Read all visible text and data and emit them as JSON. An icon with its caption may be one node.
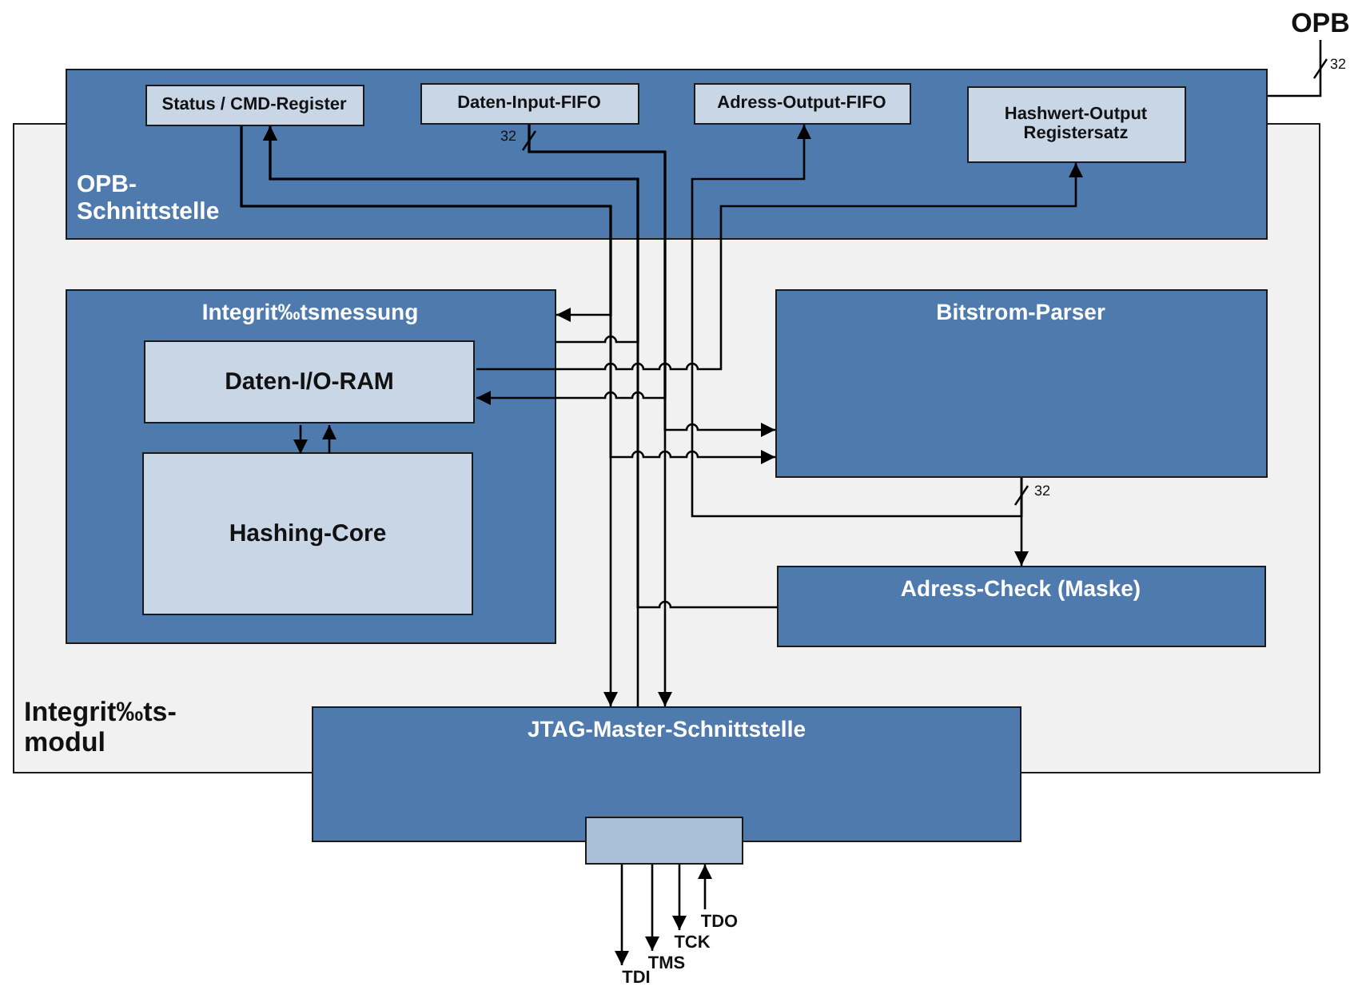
{
  "diagram": {
    "nodes": [
      {
        "text": [
          "OPB"
        ]
      },
      {
        "text": [
          "OPB- Schnittstelle"
        ]
      },
      {
        "text": [
          "Status / CMD-Register"
        ],
        "in": 1
      },
      {
        "text": [
          "Daten-Input-FIFO"
        ],
        "in": 1
      },
      {
        "text": [
          "Adress-Output-FIFO"
        ],
        "in": 1
      },
      {
        "text": [
          "Hashwert-Output Registersatz"
        ],
        "in": 1
      },
      {
        "text": [
          "Integrit‰ts- modul"
        ]
      },
      {
        "text": [
          "Integrit‰tsmessung"
        ],
        "in": 6
      },
      {
        "text": [
          "Daten-I/O-RAM"
        ],
        "in": 7
      },
      {
        "text": [
          "Hashing-Core"
        ],
        "in": 7
      },
      {
        "text": [
          "Bitstrom-Parser"
        ],
        "in": 6
      },
      {
        "text": [
          "Adress-Check (Maske)"
        ],
        "in": 6
      },
      {
        "text": [
          "JTAG-Master-Schnittstelle"
        ]
      },
      {
        "text": [],
        "shape": "box"
      },
      {
        "text": [
          "TDI"
        ]
      },
      {
        "text": [
          "TMS"
        ]
      },
      {
        "text": [
          "TCK"
        ]
      },
      {
        "text": [
          "TDO"
        ]
      }
    ],
    "edges": [
      {
        "from": 0,
        "to": 1,
        "arrow": "none"
      },
      {
        "from": 2,
        "to": 12,
        "arrow": "to"
      },
      {
        "from": 2,
        "to": 7,
        "arrow": "to"
      },
      {
        "from": 2,
        "to": 10,
        "arrow": "to"
      },
      {
        "from": 7,
        "to": 2,
        "arrow": "to"
      },
      {
        "from": 11,
        "to": 2,
        "arrow": "to"
      },
      {
        "from": 12,
        "to": 2,
        "arrow": "to"
      },
      {
        "from": 3,
        "to": 8,
        "arrow": "to"
      },
      {
        "from": 3,
        "to": 10,
        "arrow": "to"
      },
      {
        "from": 3,
        "to": 12,
        "arrow": "to"
      },
      {
        "from": 10,
        "to": 4,
        "arrow": "to"
      },
      {
        "from": 10,
        "to": 11,
        "arrow": "to"
      },
      {
        "from": 8,
        "to": 5,
        "arrow": "to"
      },
      {
        "from": 8,
        "to": 9,
        "arrow": "to"
      },
      {
        "from": 9,
        "to": 8,
        "arrow": "to"
      },
      {
        "from": 13,
        "to": 14,
        "arrow": "to"
      },
      {
        "from": 13,
        "to": 15,
        "arrow": "to"
      },
      {
        "from": 13,
        "to": 16,
        "arrow": "to"
      },
      {
        "from": 17,
        "to": 13,
        "arrow": "to"
      }
    ],
    "labels": [
      "32",
      "32",
      "32"
    ]
  }
}
